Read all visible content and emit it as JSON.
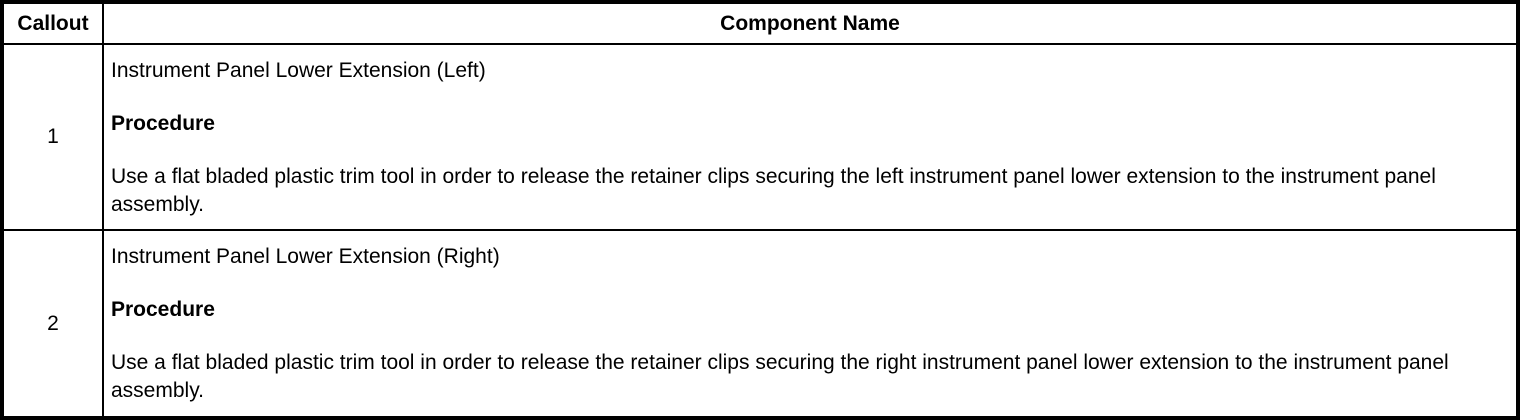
{
  "table": {
    "headers": {
      "callout": "Callout",
      "component_name": "Component Name"
    },
    "rows": [
      {
        "callout": "1",
        "title": "Instrument Panel Lower Extension (Left)",
        "procedure_label": "Procedure",
        "procedure_text": "Use a flat bladed plastic trim tool in order to release the retainer clips securing the left instrument panel lower extension to the instrument panel assembly."
      },
      {
        "callout": "2",
        "title": "Instrument Panel Lower Extension (Right)",
        "procedure_label": "Procedure",
        "procedure_text": "Use a flat bladed plastic trim tool in order to release the retainer clips securing the right instrument panel lower extension to the instrument panel assembly."
      }
    ]
  },
  "colors": {
    "border": "#000000",
    "text": "#000000",
    "background": "#ffffff"
  }
}
